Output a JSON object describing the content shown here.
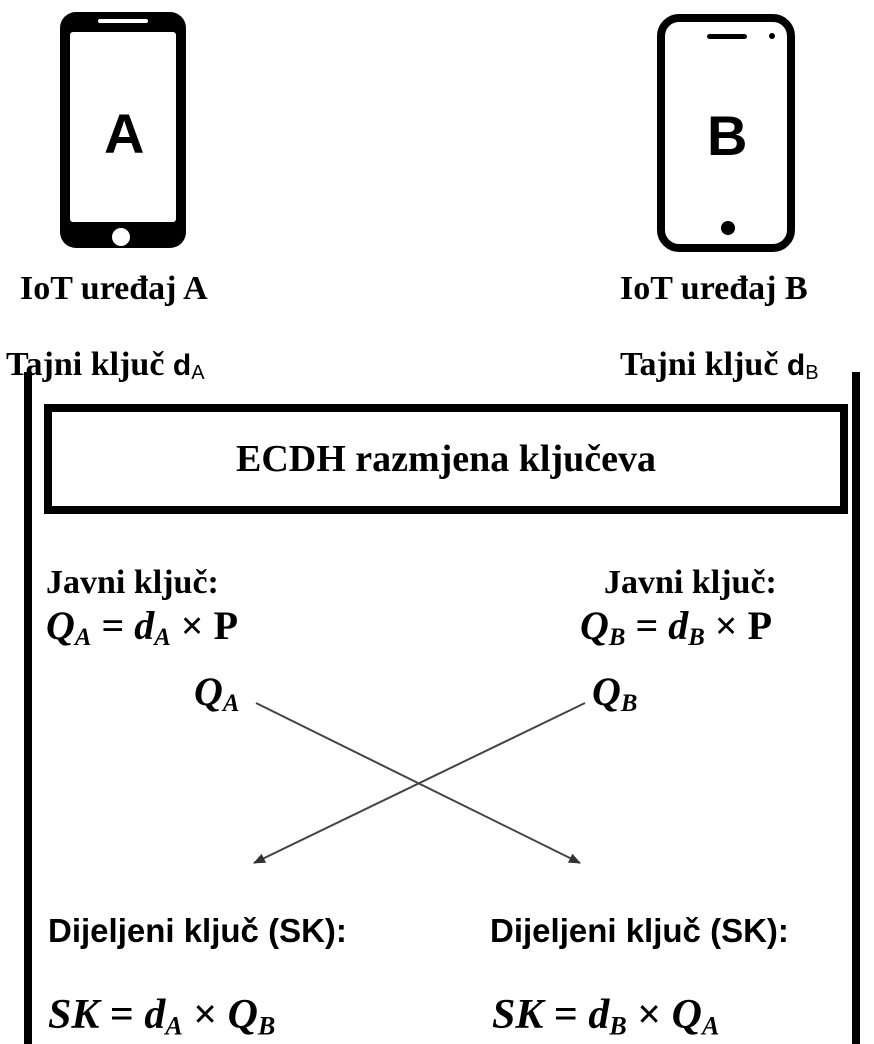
{
  "device_a": {
    "letter": "A",
    "name": "IoT uređaj A",
    "secret_key_label": "Tajni ključ",
    "secret_key_symbol": "d",
    "secret_key_sub": "A"
  },
  "device_b": {
    "letter": "B",
    "name": "IoT uređaj B",
    "secret_key_label": "Tajni ključ",
    "secret_key_symbol": "d",
    "secret_key_sub": "B"
  },
  "exchange_title": "ECDH razmjena ključeva",
  "left_side": {
    "public_key_label": "Javni ključ:",
    "public_formula": {
      "lhs": "Q",
      "lhs_sub": "A",
      "eq": "=",
      "d": "d",
      "d_sub": "A",
      "op": "×",
      "point": "P"
    },
    "sent_value": {
      "sym": "Q",
      "sub": "A"
    },
    "shared_key_label": "Dijeljeni ključ (SK):",
    "shared_formula": {
      "lhs": "SK",
      "eq": "=",
      "d": "d",
      "d_sub": "A",
      "op": "×",
      "q": "Q",
      "q_sub": "B"
    }
  },
  "right_side": {
    "public_key_label": "Javni ključ:",
    "public_formula": {
      "lhs": "Q",
      "lhs_sub": "B",
      "eq": "=",
      "d": "d",
      "d_sub": "B",
      "op": "×",
      "point": "P"
    },
    "sent_value": {
      "sym": "Q",
      "sub": "B"
    },
    "shared_key_label": "Dijeljeni ključ (SK):",
    "shared_formula": {
      "lhs": "SK",
      "eq": "=",
      "d": "d",
      "d_sub": "B",
      "op": "×",
      "q": "Q",
      "q_sub": "A"
    }
  }
}
